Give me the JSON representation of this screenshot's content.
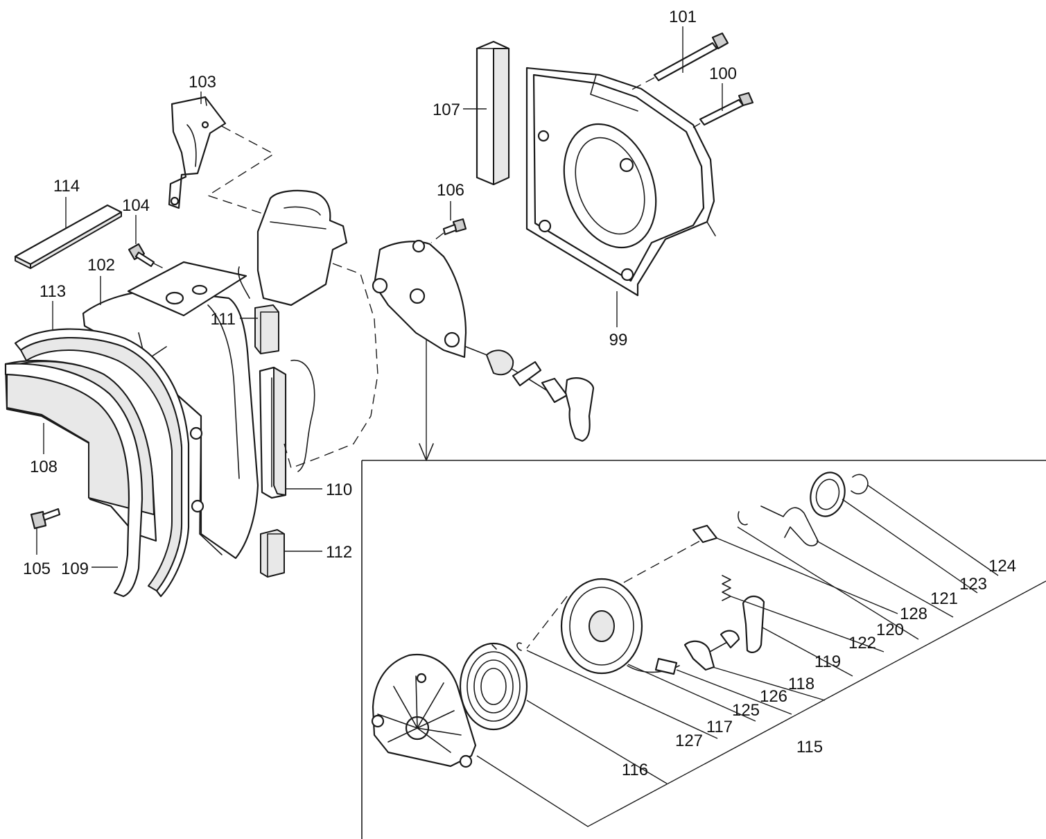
{
  "callouts": {
    "c99": "99",
    "c100": "100",
    "c101": "101",
    "c102": "102",
    "c103": "103",
    "c104": "104",
    "c105": "105",
    "c106": "106",
    "c107": "107",
    "c108": "108",
    "c109": "109",
    "c110": "110",
    "c111": "111",
    "c112": "112",
    "c113": "113",
    "c114": "114",
    "c115": "115",
    "c116": "116",
    "c117": "117",
    "c118": "118",
    "c119": "119",
    "c120": "120",
    "c121": "121",
    "c122": "122",
    "c123": "123",
    "c124": "124",
    "c125": "125",
    "c126": "126",
    "c127": "127",
    "c128": "128"
  }
}
